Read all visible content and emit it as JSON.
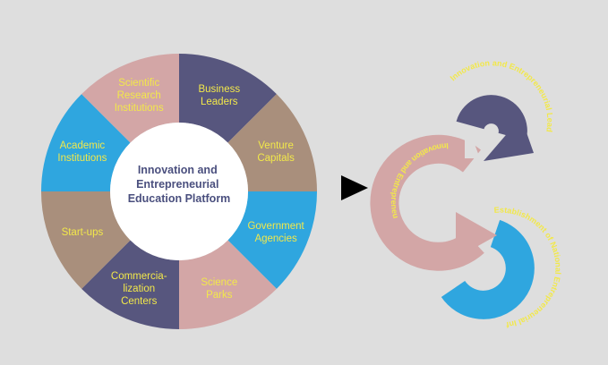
{
  "colors": {
    "background": "#dedede",
    "navy": "#57567e",
    "taupe": "#a98f7c",
    "blue": "#2fa6df",
    "pink": "#d3a6a6",
    "label": "#f2e84a",
    "center_text": "#4a4f7e",
    "pointer": "#000000"
  },
  "wheel": {
    "center_lines": [
      "Innovation and",
      "Entrepreneurial",
      "Education Platform"
    ],
    "segments": [
      {
        "lines": [
          "Business",
          "Leaders"
        ],
        "color": "#57567e"
      },
      {
        "lines": [
          "Venture",
          "Capitals"
        ],
        "color": "#a98f7c"
      },
      {
        "lines": [
          "Government",
          "Agencies"
        ],
        "color": "#2fa6df"
      },
      {
        "lines": [
          "Science",
          "Parks"
        ],
        "color": "#d3a6a6"
      },
      {
        "lines": [
          "Commercia-",
          "lization",
          "Centers"
        ],
        "color": "#57567e"
      },
      {
        "lines": [
          "Start-ups"
        ],
        "color": "#a98f7c"
      },
      {
        "lines": [
          "Academic",
          "Institutions"
        ],
        "color": "#2fa6df"
      },
      {
        "lines": [
          "Scientific",
          "Research",
          "Institutions"
        ],
        "color": "#d3a6a6"
      }
    ]
  },
  "pointer_icon": "play-arrow-icon",
  "cycle": {
    "top_arc": {
      "text": "Innovation and Entrepreneurial Leaders",
      "color": "#57567e"
    },
    "middle_arc": {
      "text": "Innovation and Entrepreneurial Ecosystem",
      "color": "#d3a6a6"
    },
    "bottom_arc": {
      "text": "Establishment of National Entrepreneurial Infrastructure",
      "color": "#2fa6df"
    }
  }
}
